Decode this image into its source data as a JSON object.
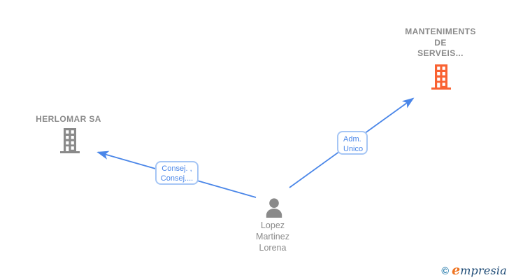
{
  "graph": {
    "nodes": {
      "mantserveis": {
        "type": "company",
        "name_line1": "MANTENIMENTS",
        "name_line2": "DE",
        "name_line3": "SERVEIS..."
      },
      "herlomar": {
        "type": "company",
        "name_line1": "HERLOMAR SA"
      },
      "person": {
        "type": "person",
        "name_line1": "Lopez",
        "name_line2": "Martinez",
        "name_line3": "Lorena"
      }
    },
    "edge_labels": {
      "consej": {
        "line1": "Consej. ,",
        "line2": "Consej...."
      },
      "adm_unico": {
        "line1": "Adm.",
        "line2": "Unico"
      }
    }
  },
  "icons": {
    "company": "building-icon",
    "person": "person-icon",
    "copyright": "copyright-icon"
  },
  "colors": {
    "edge_blue": "#4a86e8",
    "edge_label_border": "#a6c6f5",
    "node_text_gray": "#8a8a8a",
    "building_gray": "#8a8a8a",
    "building_orange": "#f96232",
    "brand_copyright_blue": "#2d7fae",
    "brand_orange": "#ee7422",
    "brand_navy": "#1d4a75"
  },
  "watermark": {
    "copyright": "©",
    "brand_initial": "e",
    "brand_rest": "mpresia"
  }
}
